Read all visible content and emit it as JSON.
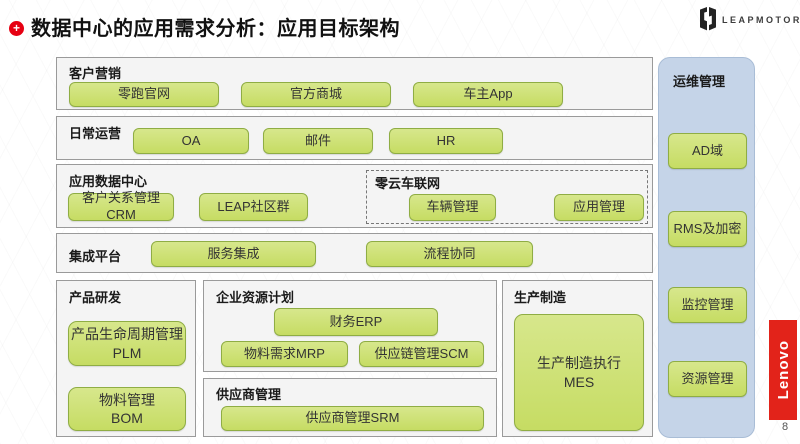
{
  "slide": {
    "title": "数据中心的应用需求分析：应用目标架构",
    "page_number": "8"
  },
  "brand": {
    "leapmotor_text": "LEAPMOTOR",
    "lenovo_text": "Lenovo"
  },
  "icons": {
    "title_bullet": "plus-circle-icon",
    "leapmotor_logo": "leapmotor-emblem-icon",
    "lenovo_logo": "lenovo-wordmark"
  },
  "colors": {
    "title_bullet_red": "#e60012",
    "module_green_fill": "#cbe06c",
    "module_green_border": "#8fad44",
    "ops_panel_blue": "#c5d4e8",
    "lenovo_red": "#e2231a",
    "row_box_fill": "#f4f4f4",
    "row_box_border": "#9a9a9a"
  },
  "sections": {
    "customer_marketing": {
      "label": "客户营销",
      "items": [
        "零跑官网",
        "官方商城",
        "车主App"
      ]
    },
    "daily_operations": {
      "label": "日常运营",
      "items": [
        "OA",
        "邮件",
        "HR"
      ]
    },
    "app_data_center": {
      "label": "应用数据中心",
      "items": [
        "客户关系管理CRM",
        "LEAP社区群"
      ]
    },
    "zero_cloud_iov": {
      "label": "零云车联网",
      "items": [
        "车辆管理",
        "应用管理"
      ]
    },
    "integration_platform": {
      "label": "集成平台",
      "items": [
        "服务集成",
        "流程协同"
      ]
    },
    "product_rd": {
      "label": "产品研发",
      "items": [
        {
          "line1": "产品生命周期管理",
          "line2": "PLM"
        },
        {
          "line1": "物料管理",
          "line2": "BOM"
        }
      ]
    },
    "erp": {
      "label": "企业资源计划",
      "items": [
        "财务ERP",
        "物料需求MRP",
        "供应链管理SCM"
      ]
    },
    "supplier_management": {
      "label": "供应商管理",
      "items": [
        "供应商管理SRM"
      ]
    },
    "manufacturing": {
      "label": "生产制造",
      "item": {
        "line1": "生产制造执行",
        "line2": "MES"
      }
    },
    "ops_management": {
      "label": "运维管理",
      "items": [
        "AD域",
        "RMS及加密",
        "监控管理",
        "资源管理"
      ]
    }
  }
}
